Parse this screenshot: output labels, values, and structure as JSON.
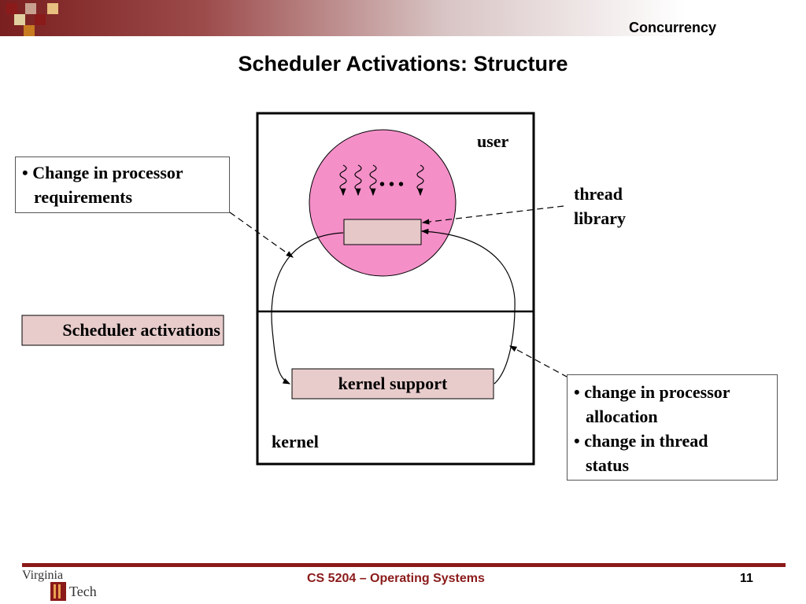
{
  "header": {
    "section": "Concurrency"
  },
  "slide": {
    "title": "Scheduler Activations: Structure"
  },
  "diagram": {
    "user_label": "user",
    "kernel_label": "kernel",
    "kernel_support": "kernel support",
    "thread_library_line1": "thread",
    "thread_library_line2": "library",
    "scheduler_activations": "Scheduler activations",
    "threads_ellipsis": "• • •",
    "left_callout": {
      "line1": "• Change in processor",
      "line2": "requirements"
    },
    "right_callout": {
      "line1": "• change in processor",
      "line2": "allocation",
      "line3": "• change in thread",
      "line4": "status"
    }
  },
  "footer": {
    "course": "CS 5204 – Operating Systems",
    "page": "11",
    "logo_text": "Virginia Tech"
  },
  "colors": {
    "accent": "#8b1a1a",
    "circle": "#f48fc8",
    "library_box": "#e6c8c8",
    "kernel_support_box": "#e8cccc",
    "activations_box": "#e8cccc"
  }
}
